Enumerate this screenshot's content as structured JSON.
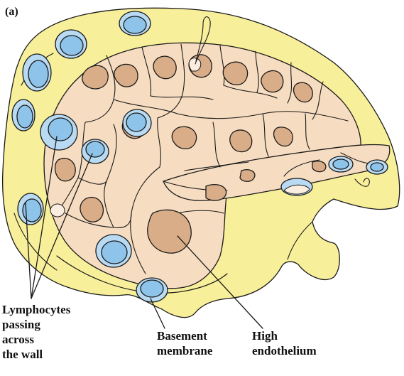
{
  "panel_label": "(a)",
  "labels": {
    "lymphocytes": "Lymphocytes\npassing\nacross\nthe wall",
    "basement_membrane": "Basement\nmembrane",
    "high_endothelium": "High\nendothelium"
  },
  "colors": {
    "connective_tissue": "#f8ef9a",
    "endothelial_cell": "#f6dcc0",
    "nucleus": "#d9ad88",
    "lymphocyte": "#b8daf2",
    "lymphocyte_nucleus": "#8ec3ea",
    "outline": "#1a1a1a"
  }
}
